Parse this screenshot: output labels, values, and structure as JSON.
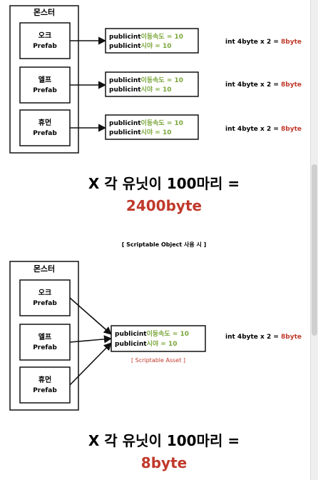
{
  "colors": {
    "ink": "#111111",
    "green": "#7aa63a",
    "red": "#c0392b"
  },
  "section1": {
    "monster_label": "몬스터",
    "prefabs": [
      {
        "name": "오크",
        "sub": "Prefab"
      },
      {
        "name": "엘프",
        "sub": "Prefab"
      },
      {
        "name": "휴먼",
        "sub": "Prefab"
      }
    ],
    "data_box": {
      "line1_prefix": "publicint",
      "line1_field": "이동속도 = 10",
      "line2_prefix": "publicint",
      "line2_field": "시야 = 10"
    },
    "memory_note_prefix": "int 4byte x 2 = ",
    "memory_note_value": "8byte",
    "summary": {
      "headline": "X 각 유닛이 100마리 =",
      "total": "2400byte"
    }
  },
  "section2": {
    "caption": "[ Scriptable Object 사용 시 ]",
    "monster_label": "몬스터",
    "prefabs": [
      {
        "name": "오크",
        "sub": "Prefab"
      },
      {
        "name": "엘프",
        "sub": "Prefab"
      },
      {
        "name": "휴먼",
        "sub": "Prefab"
      }
    ],
    "data_box": {
      "line1_prefix": "publicint",
      "line1_field": "이동속도 = 10",
      "line2_prefix": "publicint",
      "line2_field": "시야 = 10"
    },
    "asset_label": "[ Scriptable Asset ]",
    "memory_note_prefix": "int 4byte x 2 = ",
    "memory_note_value": "8byte",
    "summary": {
      "headline": "X 각 유닛이 100마리 =",
      "total": "8byte"
    }
  }
}
